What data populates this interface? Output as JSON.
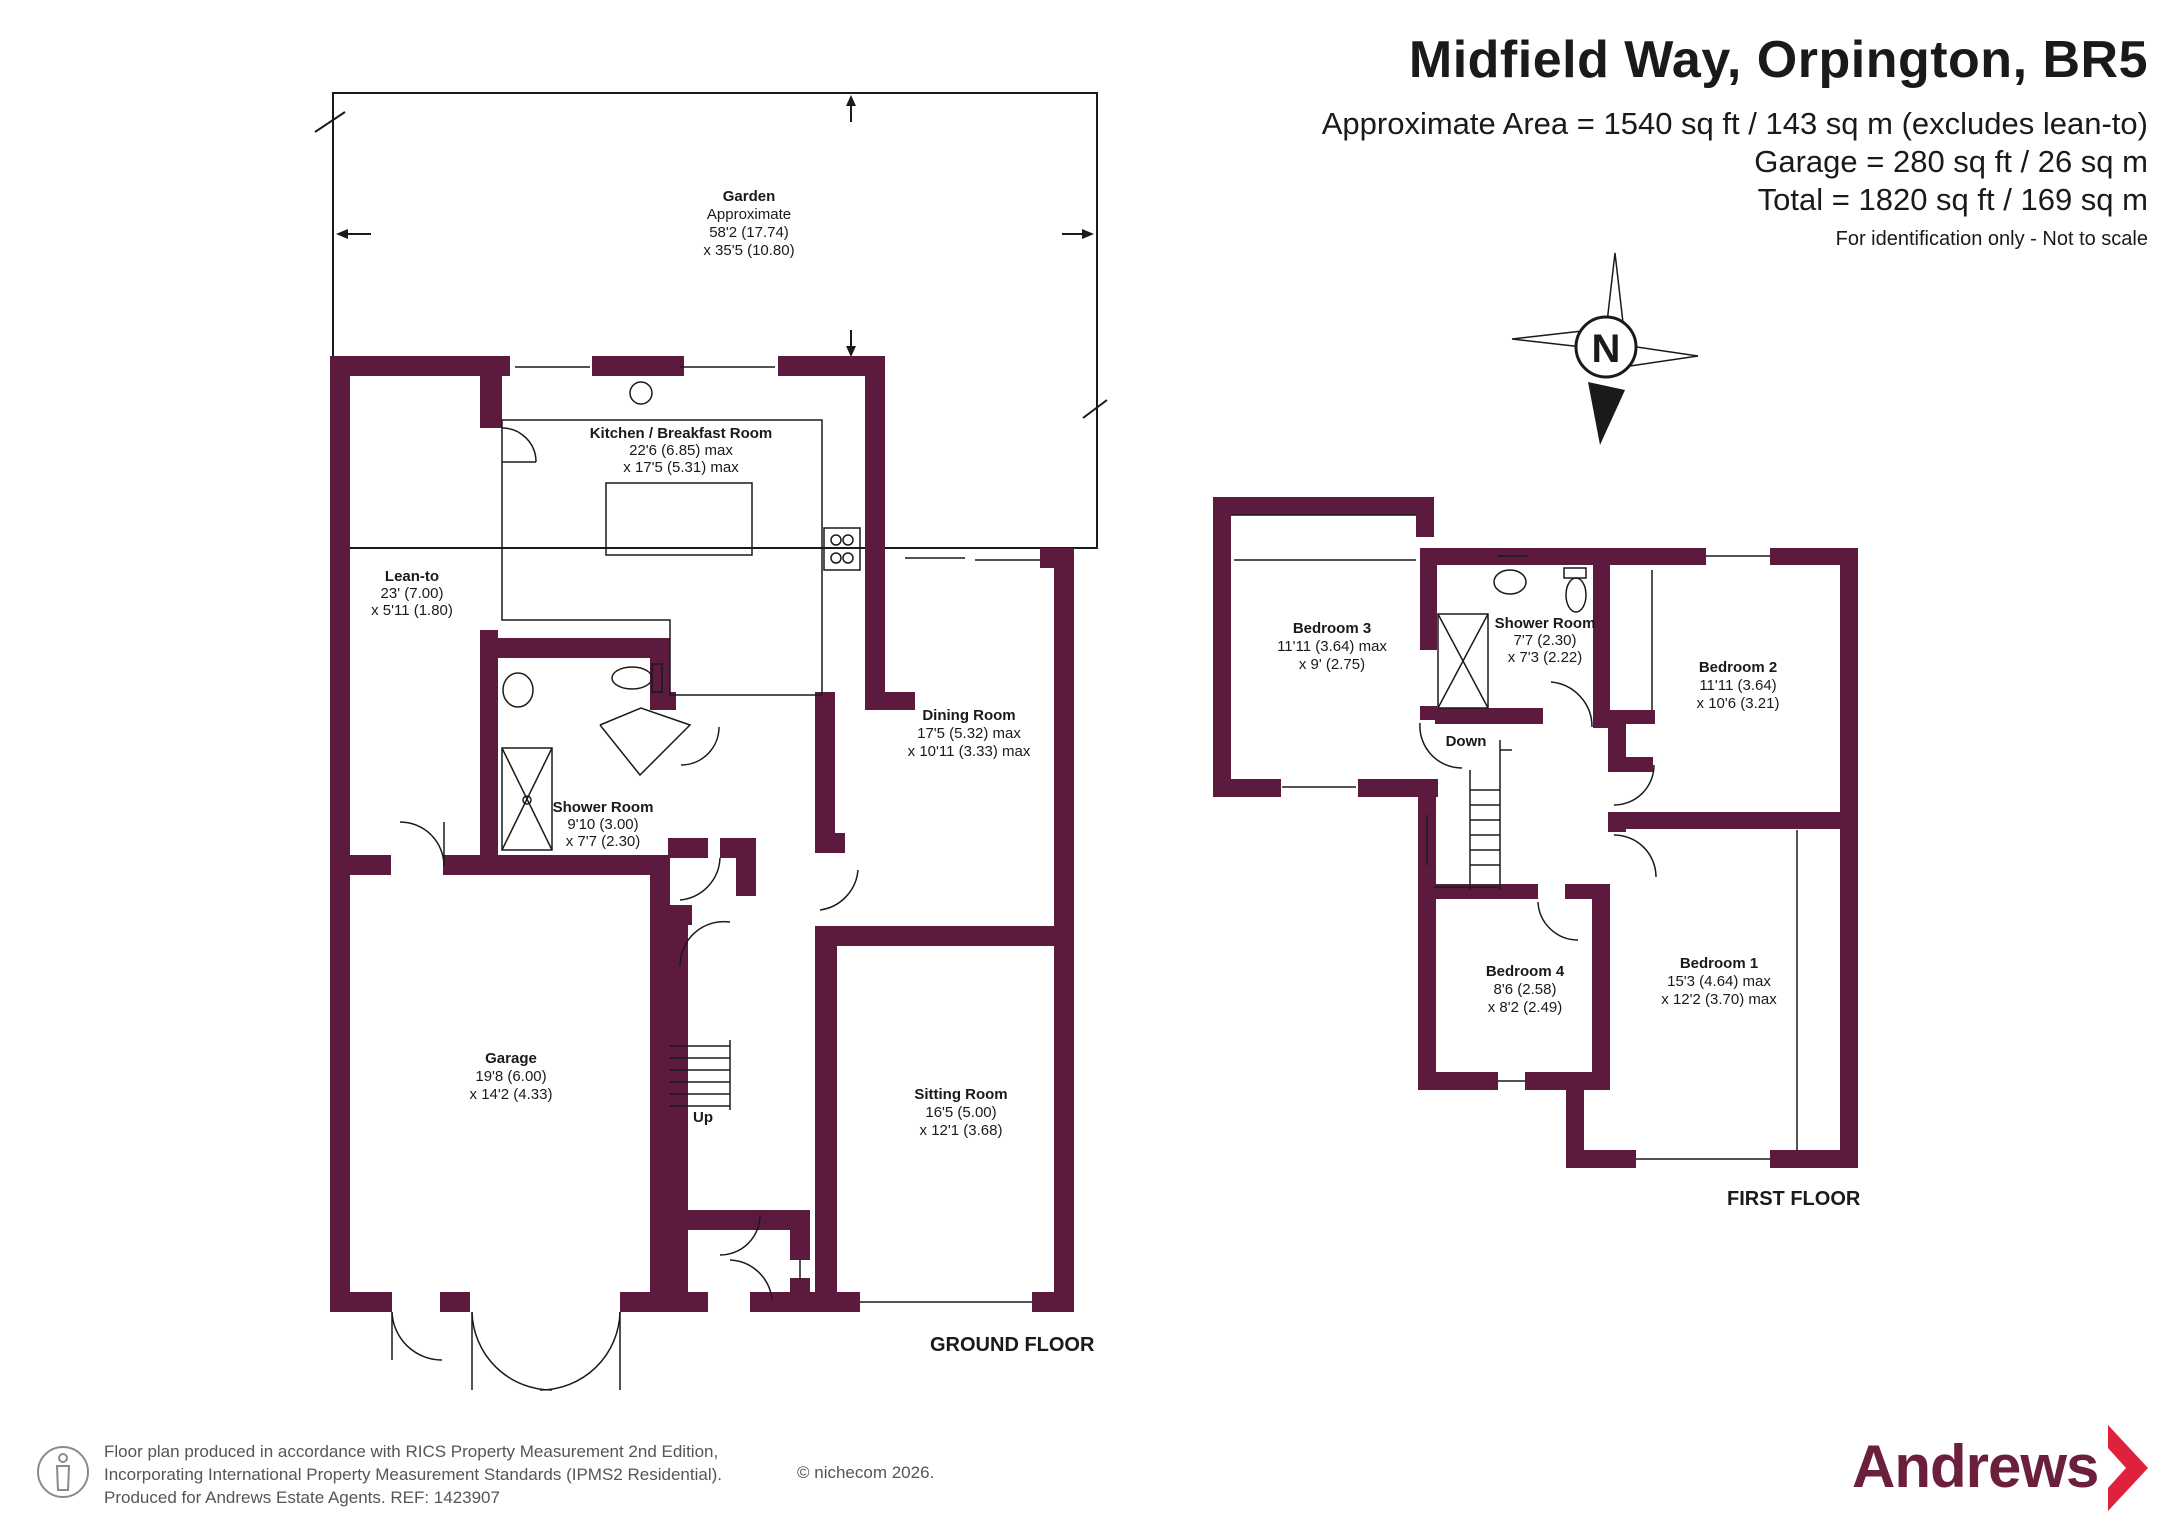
{
  "header": {
    "title": "Midfield Way, Orpington, BR5",
    "area_line": "Approximate Area = 1540 sq ft / 143 sq m (excludes lean-to)",
    "garage_line": "Garage = 280 sq ft / 26 sq m",
    "total_line": "Total = 1820 sq ft / 169 sq m",
    "note": "For identification only - Not to scale"
  },
  "compass": {
    "letter": "N",
    "icon": "compass-rose-icon"
  },
  "colors": {
    "wall": "#5c1a3e",
    "brand": "#6b1f3c",
    "arrow": "#e0213b"
  },
  "ground_floor": {
    "label": "GROUND FLOOR",
    "rooms": {
      "garden": {
        "name": "Garden",
        "l1": "Approximate",
        "l2": "58'2 (17.74)",
        "l3": "x 35'5 (10.80)"
      },
      "kitchen": {
        "name": "Kitchen / Breakfast Room",
        "l1": "22'6 (6.85) max",
        "l2": "x 17'5 (5.31) max"
      },
      "leanto": {
        "name": "Lean-to",
        "l1": "23' (7.00)",
        "l2": "x 5'11 (1.80)"
      },
      "shower": {
        "name": "Shower Room",
        "l1": "9'10 (3.00)",
        "l2": "x 7'7 (2.30)"
      },
      "dining": {
        "name": "Dining Room",
        "l1": "17'5 (5.32) max",
        "l2": "x 10'11 (3.33) max"
      },
      "garage": {
        "name": "Garage",
        "l1": "19'8 (6.00)",
        "l2": "x 14'2 (4.33)"
      },
      "sitting": {
        "name": "Sitting Room",
        "l1": "16'5 (5.00)",
        "l2": "x 12'1 (3.68)"
      },
      "stairs": {
        "name": "Up"
      }
    }
  },
  "first_floor": {
    "label": "FIRST FLOOR",
    "rooms": {
      "bed3": {
        "name": "Bedroom 3",
        "l1": "11'11 (3.64) max",
        "l2": "x 9' (2.75)"
      },
      "shower": {
        "name": "Shower Room",
        "l1": "7'7 (2.30)",
        "l2": "x 7'3 (2.22)"
      },
      "bed2": {
        "name": "Bedroom 2",
        "l1": "11'11 (3.64)",
        "l2": "x 10'6 (3.21)"
      },
      "bed4": {
        "name": "Bedroom 4",
        "l1": "8'6 (2.58)",
        "l2": "x 8'2 (2.49)"
      },
      "bed1": {
        "name": "Bedroom 1",
        "l1": "15'3 (4.64) max",
        "l2": "x 12'2 (3.70) max"
      },
      "stairs": {
        "name": "Down"
      }
    }
  },
  "footer": {
    "line1": "Floor plan produced in accordance with RICS Property Measurement 2nd Edition,",
    "line2": "Incorporating International Property Measurement Standards (IPMS2 Residential).",
    "line3": "Produced for Andrews Estate Agents.   REF: 1423907",
    "copyright": "© nichecom 2026.",
    "brand": "Andrews"
  }
}
